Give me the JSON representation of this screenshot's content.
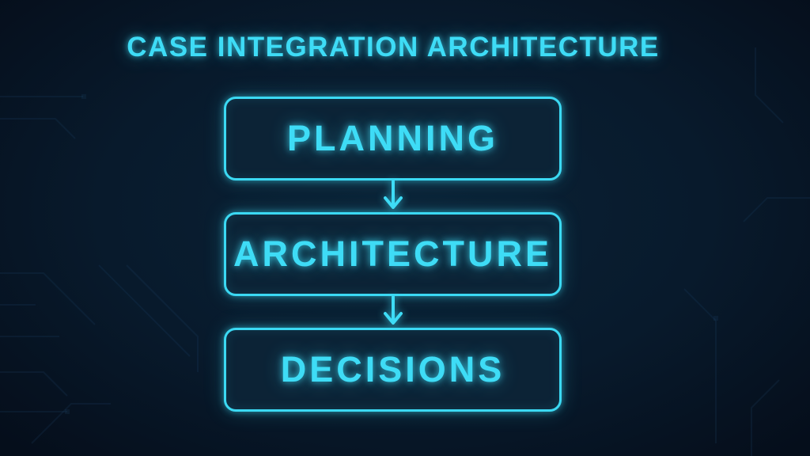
{
  "title": "CASE INTEGRATION ARCHITECTURE",
  "colors": {
    "neon_cyan": "#3edcf6",
    "box_border": "#3bd9f3",
    "box_fill": "#0c2336",
    "background_center": "#0b2236",
    "background_edge": "#050e1b",
    "circuit_trace": "#24517a"
  },
  "flow": {
    "direction": "top-to-bottom",
    "connector": "arrow-down",
    "nodes": [
      {
        "label": "PLANNING"
      },
      {
        "label": "ARCHITECTURE"
      },
      {
        "label": "DECISIONS"
      }
    ]
  }
}
